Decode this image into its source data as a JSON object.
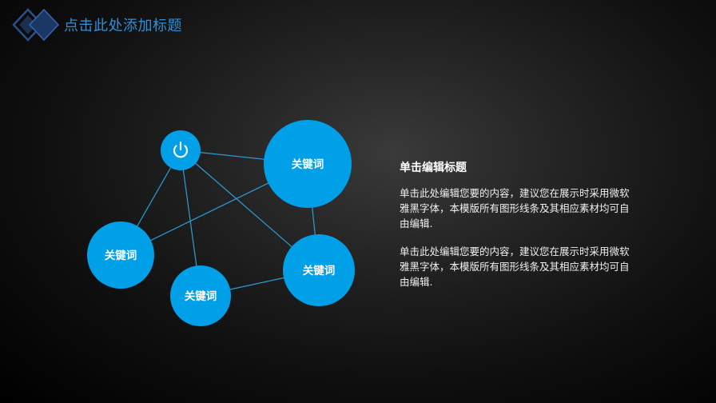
{
  "header": {
    "title": "点击此处添加标题"
  },
  "diagram": {
    "nodes": [
      {
        "id": "power",
        "label": "",
        "icon": "power-icon"
      },
      {
        "id": "n1",
        "label": "关键词"
      },
      {
        "id": "n2",
        "label": "关键词"
      },
      {
        "id": "n3",
        "label": "关键词"
      },
      {
        "id": "n4",
        "label": "关键词"
      }
    ],
    "edges": [
      [
        "power",
        "n1"
      ],
      [
        "power",
        "n2"
      ],
      [
        "power",
        "n3"
      ],
      [
        "power",
        "n4"
      ],
      [
        "n1",
        "n2"
      ],
      [
        "n1",
        "n4"
      ],
      [
        "n3",
        "n4"
      ]
    ]
  },
  "content": {
    "heading": "单击编辑标题",
    "paragraphs": [
      "单击此处编辑您要的内容，建议您在展示时采用微软雅黑字体，本模版所有图形线条及其相应素材均可自由编辑.",
      "单击此处编辑您要的内容，建议您在展示时采用微软雅黑字体，本模版所有图形线条及其相应素材均可自由编辑."
    ]
  },
  "colors": {
    "accent": "#00a0e9",
    "line": "#2a9fd6",
    "title": "#2f8fd8",
    "text": "#ffffff"
  }
}
